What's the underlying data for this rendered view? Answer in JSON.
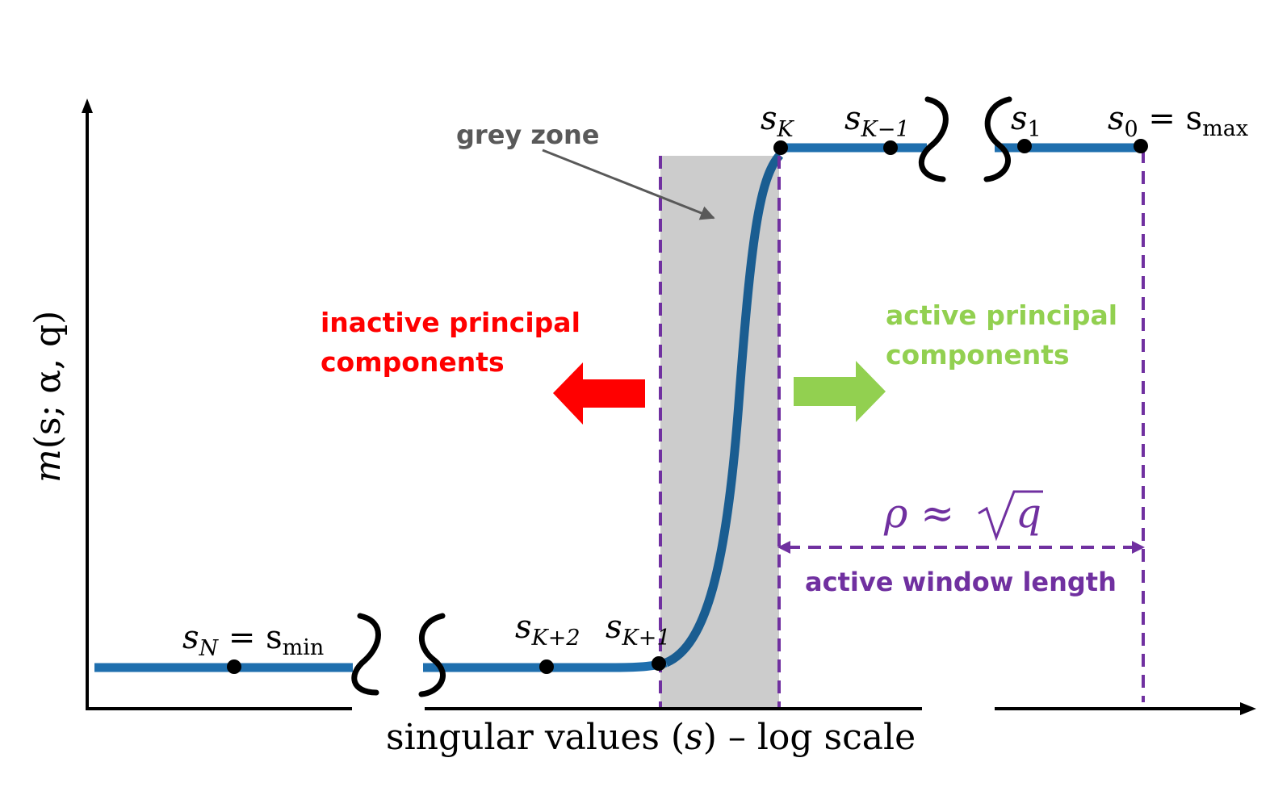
{
  "ylabel": {
    "m": "m",
    "args": "(s; α, q)"
  },
  "xlabel": {
    "pre": "singular values (",
    "s": "s",
    "post": ") – log scale"
  },
  "grey_zone_label": "grey zone",
  "inactive_label": {
    "line1": "inactive principal",
    "line2": "components"
  },
  "active_label": {
    "line1": "active principal",
    "line2": "components"
  },
  "rho_label": {
    "rho": "ρ",
    "approx": " ≈ ",
    "q": "q"
  },
  "window_label": "active window length",
  "points": {
    "sN": {
      "base": "s",
      "sub": "N",
      "rest": " = s",
      "rest_sub": "min"
    },
    "sK2": {
      "base": "s",
      "sub": "K+2"
    },
    "sK1": {
      "base": "s",
      "sub": "K+1"
    },
    "sK": {
      "base": "s",
      "sub": "K"
    },
    "sKm1": {
      "base": "s",
      "sub": "K−1"
    },
    "s1": {
      "base": "s",
      "sub": "1"
    },
    "s0": {
      "base": "s",
      "sub": "0",
      "rest": " = s",
      "rest_sub": "max"
    }
  },
  "colors": {
    "curve": "#1f6fae",
    "curve_dark": "#1a5d91",
    "grey_zone": "#cccccc",
    "purple": "#7030a0",
    "red": "#ff0000",
    "green": "#92d050",
    "dark_grey": "#595959"
  }
}
